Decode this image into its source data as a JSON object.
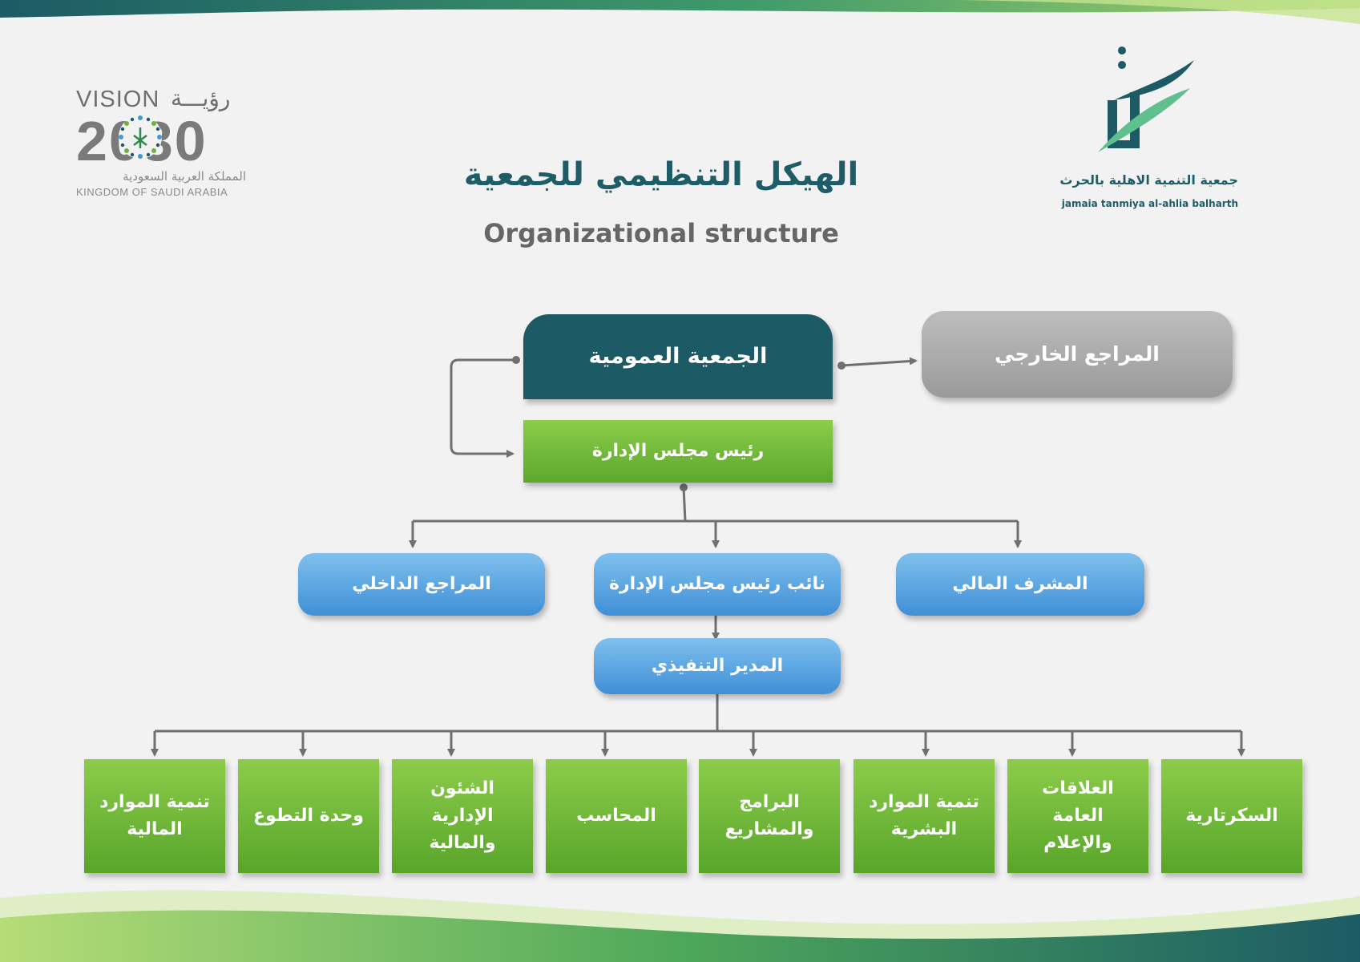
{
  "title_ar": "الهيكل التنظيمي للجمعية",
  "title_en": "Organizational structure",
  "vision_logo": {
    "word": "VISION",
    "ar_word": "رؤيـــة",
    "number": "2030",
    "country_ar": "المملكة العربية السعودية",
    "country_en": "KINGDOM OF SAUDI ARABIA"
  },
  "org_logo": {
    "name_ar": "جمعية التنمية الاهلية بالحرث",
    "name_en": "jamaia tanmiya al-ahlia balharth"
  },
  "nodes": {
    "general_assembly": "الجمعية العمومية",
    "external_auditor": "المراجع الخارجي",
    "board_chair": "رئيس مجلس الإدارة",
    "financial_supervisor": "المشرف المالي",
    "vice_chair": "نائب رئيس مجلس الإدارة",
    "internal_auditor": "المراجع الداخلي",
    "executive_director": "المدير التنفيذي"
  },
  "departments": [
    {
      "line1": "السكرتارية",
      "line2": ""
    },
    {
      "line1": "العلاقات العامة",
      "line2": "والإعلام"
    },
    {
      "line1": "تنمية الموارد",
      "line2": "البشرية"
    },
    {
      "line1": "البرامج",
      "line2": "والمشاريع"
    },
    {
      "line1": "المحاسب",
      "line2": ""
    },
    {
      "line1": "الشئون الإدارية",
      "line2": "والمالية"
    },
    {
      "line1": "وحدة التطوع",
      "line2": ""
    },
    {
      "line1": "تنمية الموارد",
      "line2": "المالية"
    }
  ],
  "colors": {
    "dark_teal": "#1c5b65",
    "gray": "#a9a9a9",
    "green": "#6db83a",
    "blue": "#4f9de0",
    "connector": "#707070"
  }
}
